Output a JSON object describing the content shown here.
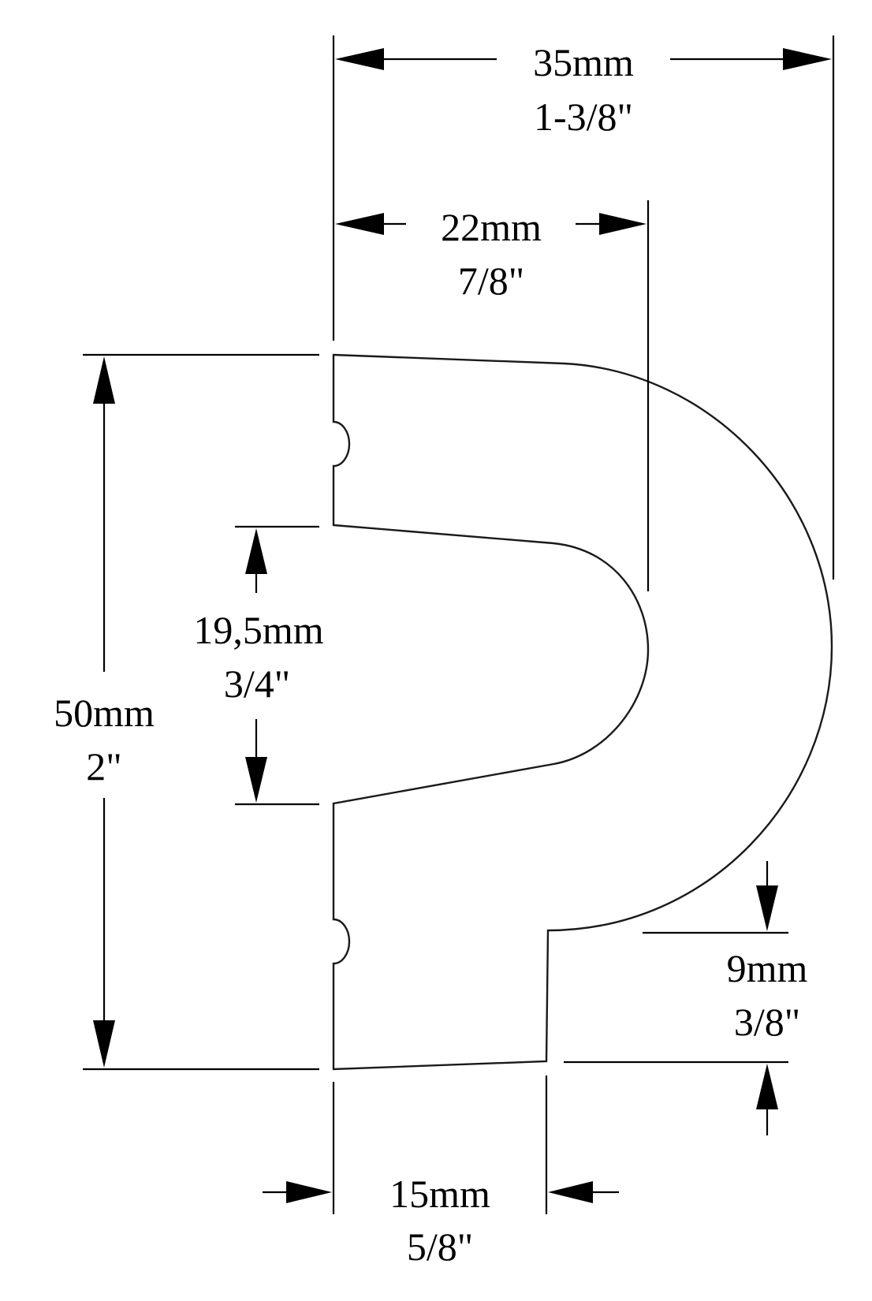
{
  "dimensions": {
    "overall_width": {
      "metric": "35mm",
      "imperial": "1-3/8\""
    },
    "inner_depth": {
      "metric": "22mm",
      "imperial": "7/8\""
    },
    "gap_height": {
      "metric": "19,5mm",
      "imperial": "3/4\""
    },
    "overall_height": {
      "metric": "50mm",
      "imperial": "2\""
    },
    "flange_height": {
      "metric": "9mm",
      "imperial": "3/8\""
    },
    "base_width": {
      "metric": "15mm",
      "imperial": "5/8\""
    }
  },
  "colors": {
    "line": "#000000",
    "background": "#ffffff"
  }
}
